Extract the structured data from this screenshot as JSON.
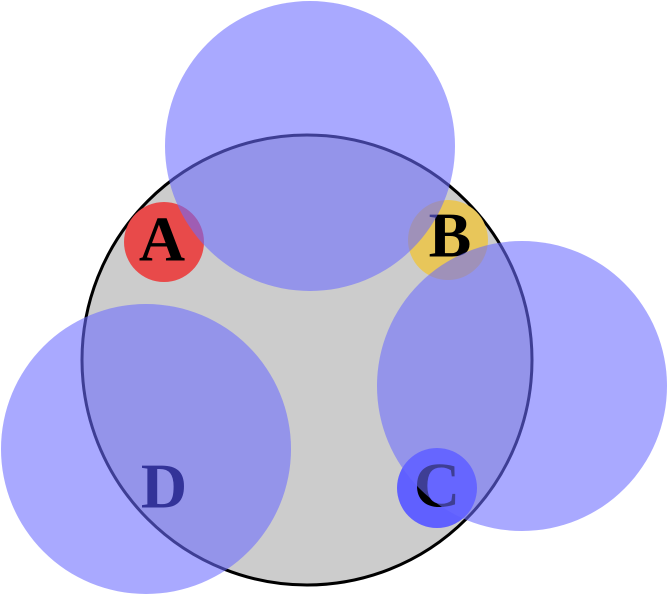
{
  "points": [
    {
      "id": "a",
      "label": "A",
      "color": "#e84a4a"
    },
    {
      "id": "b",
      "label": "B",
      "color": "#e8c65a"
    },
    {
      "id": "c",
      "label": "C",
      "color": "#6060ff"
    },
    {
      "id": "d",
      "label": "D",
      "color": ""
    }
  ],
  "colors": {
    "big_circle_fill": "#cccccc",
    "big_circle_stroke": "#000000",
    "overlay_circles": "#6b6bff"
  }
}
